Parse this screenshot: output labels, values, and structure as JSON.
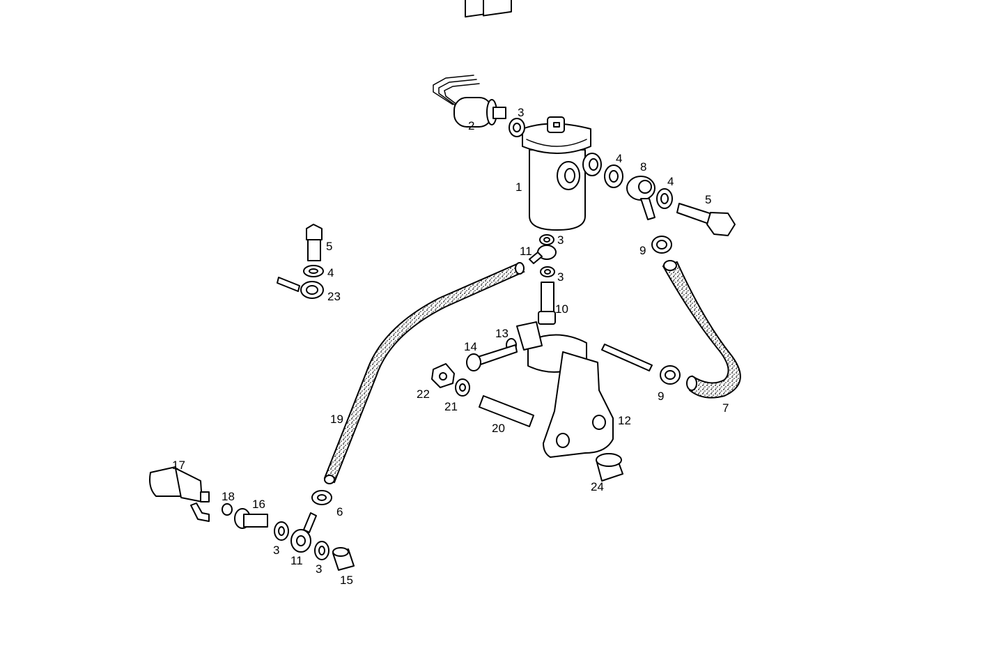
{
  "diagram": {
    "callouts": {
      "c1": "1",
      "c2": "2",
      "c3a": "3",
      "c3b": "3",
      "c3c": "3",
      "c3d": "3",
      "c3e": "3",
      "c4a": "4",
      "c4b": "4",
      "c4c": "4",
      "c5a": "5",
      "c5b": "5",
      "c6": "6",
      "c7": "7",
      "c8": "8",
      "c9a": "9",
      "c9b": "9",
      "c10": "10",
      "c11a": "11",
      "c11b": "11",
      "c12": "12",
      "c13": "13",
      "c14": "14",
      "c15": "15",
      "c16": "16",
      "c17": "17",
      "c18": "18",
      "c19": "19",
      "c20": "20",
      "c21": "21",
      "c22": "22",
      "c23": "23",
      "c24": "24"
    }
  }
}
